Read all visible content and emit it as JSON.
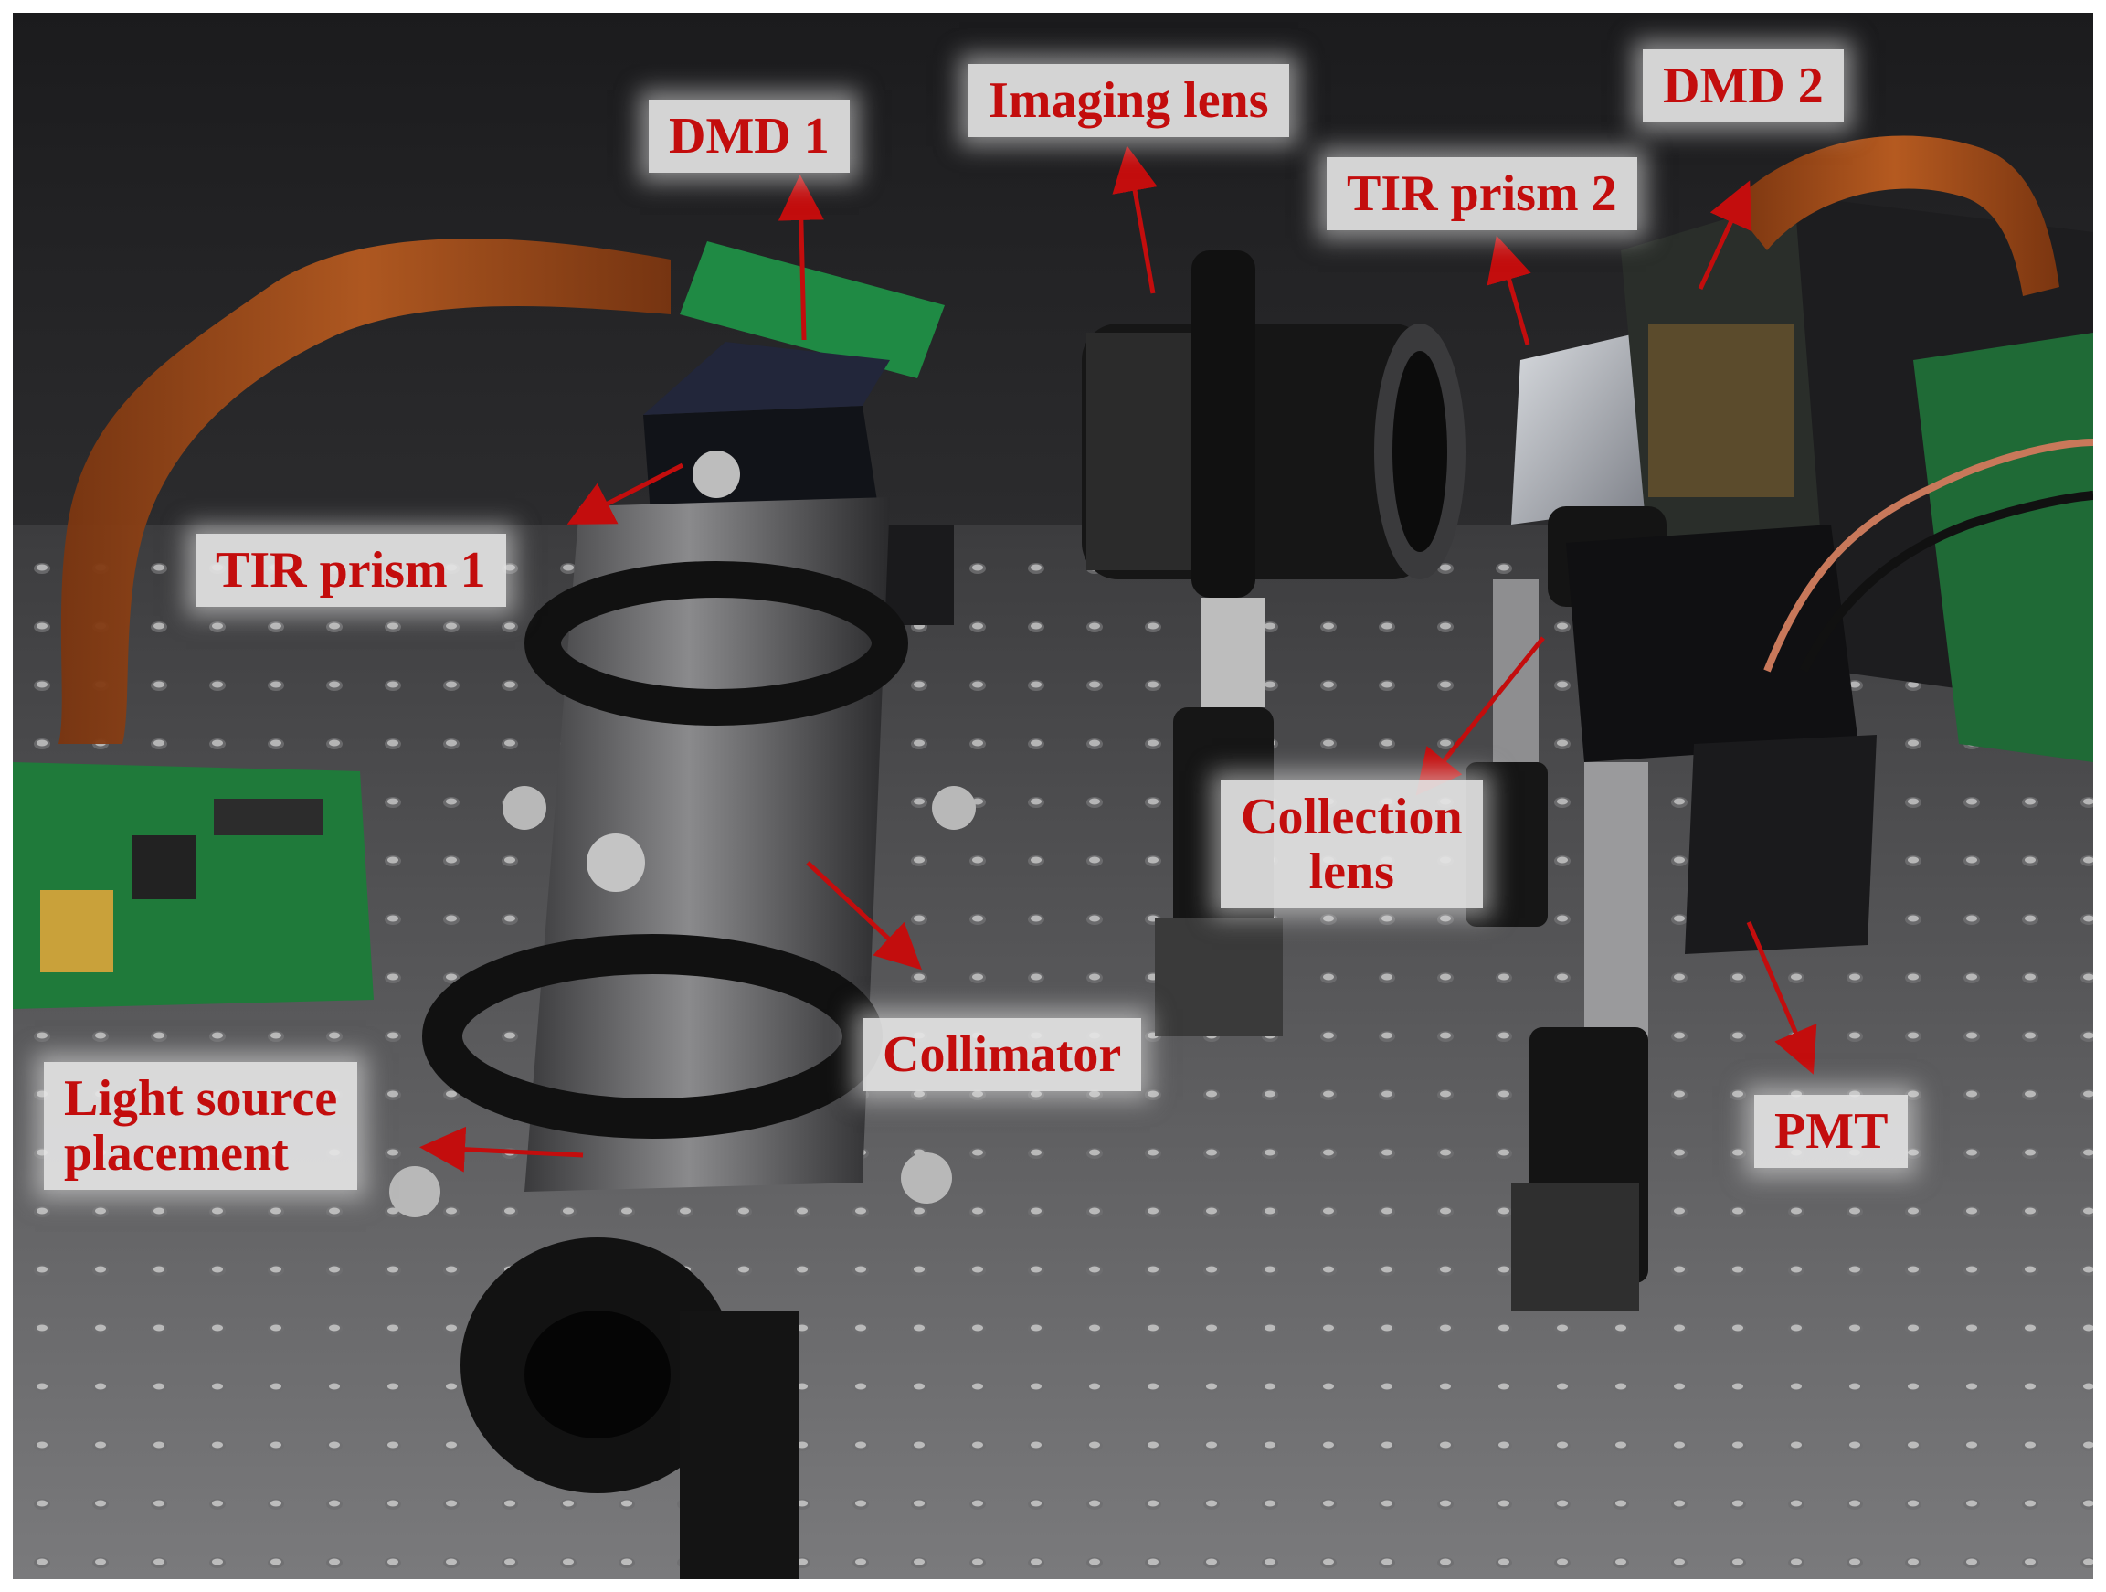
{
  "labels": {
    "dmd1": "DMD 1",
    "imaging_lens": "Imaging lens",
    "dmd2": "DMD 2",
    "tir_prism_2": "TIR prism 2",
    "tir_prism_1": "TIR prism 1",
    "collection_lens_line1": "Collection",
    "collection_lens_line2": "lens",
    "collimator": "Collimator",
    "light_source_line1": "Light source",
    "light_source_line2": "placement",
    "pmt": "PMT"
  },
  "colors": {
    "label_text": "#c30d0d",
    "arrow": "#c30d0d",
    "label_background": "#e4e4e4"
  }
}
